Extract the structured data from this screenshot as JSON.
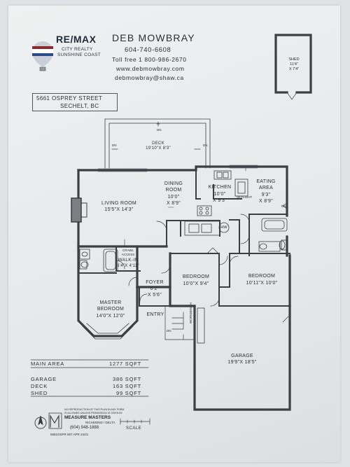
{
  "header": {
    "brand": "RE/MAX",
    "brand_sub1": "CITY REALTY",
    "brand_sub2": "SUNSHINE COAST",
    "agent_name": "DEB MOWBRAY",
    "phone": "604-740-6608",
    "toll_free": "Toll free 1 800-986-2670",
    "website": "www.debmowbray.com",
    "email": "debmowbray@shaw.ca"
  },
  "address": {
    "line1": "5661 OSPREY STREET",
    "line2": "SECHELT, BC"
  },
  "rooms": {
    "shed": {
      "name": "SHED",
      "dims1": "11'4\"",
      "dims2": "X 7'4\""
    },
    "deck": {
      "name": "DECK",
      "dims": "19'10\"X 8'3\""
    },
    "living": {
      "name": "LIVING ROOM",
      "dims": "15'5\"X 14'3\""
    },
    "dining": {
      "name1": "DINING",
      "name2": "ROOM",
      "dims1": "10'0\"",
      "dims2": "X 8'9\""
    },
    "kitchen": {
      "name": "KITCHEN",
      "dims1": "10'0\"",
      "dims2": "X 9'3\""
    },
    "eating": {
      "name1": "EATING",
      "name2": "AREA",
      "dims1": "9'3\"",
      "dims2": "X 8'9\""
    },
    "walkin": {
      "note1": "CRAWL",
      "note2": "ACCESS",
      "name": "WALK-IN",
      "dims": "6'4\"X 4'11\""
    },
    "master": {
      "name1": "MASTER",
      "name2": "BEDROOM",
      "dims": "14'0\"X 12'0\""
    },
    "foyer": {
      "name": "FOYER",
      "dims1": "6'2\"",
      "dims2": "X 5'6\""
    },
    "bedroom2": {
      "name": "BEDROOM",
      "dims": "10'0\"X 9'4\""
    },
    "bedroom3": {
      "name": "BEDROOM",
      "dims": "10'11\"X 10'0\""
    },
    "entry": {
      "name": "ENTRY"
    },
    "garage": {
      "name": "GARAGE",
      "dims": "19'9\"X 18'5\""
    },
    "workbench": "WORKBENCH",
    "skylight": "SKYLIGHT",
    "hw": "HW",
    "dn": "DN"
  },
  "areas": {
    "main": {
      "label": "MAIN AREA",
      "value": "1277 SQFT"
    },
    "rows": [
      {
        "label": "GARAGE",
        "value": "386 SQFT"
      },
      {
        "label": "DECK",
        "value": "163 SQFT"
      },
      {
        "label": "SHED",
        "value": "99 SQFT"
      }
    ]
  },
  "footer": {
    "disclaimer1": "NO REPRODUCTION OF THIS PLAN IN ANY FORM",
    "disclaimer2": "IS ALLOWED UNLESS PERMISSION IS GIVEN BY",
    "company": "MEASURE MASTERS",
    "company_loc": "RICHMOND / DELTA",
    "company_phone": "(604) 948-1888",
    "job": "5661OSPR 597   APR 24/21",
    "scale_label": "SCALE",
    "north": "N"
  }
}
